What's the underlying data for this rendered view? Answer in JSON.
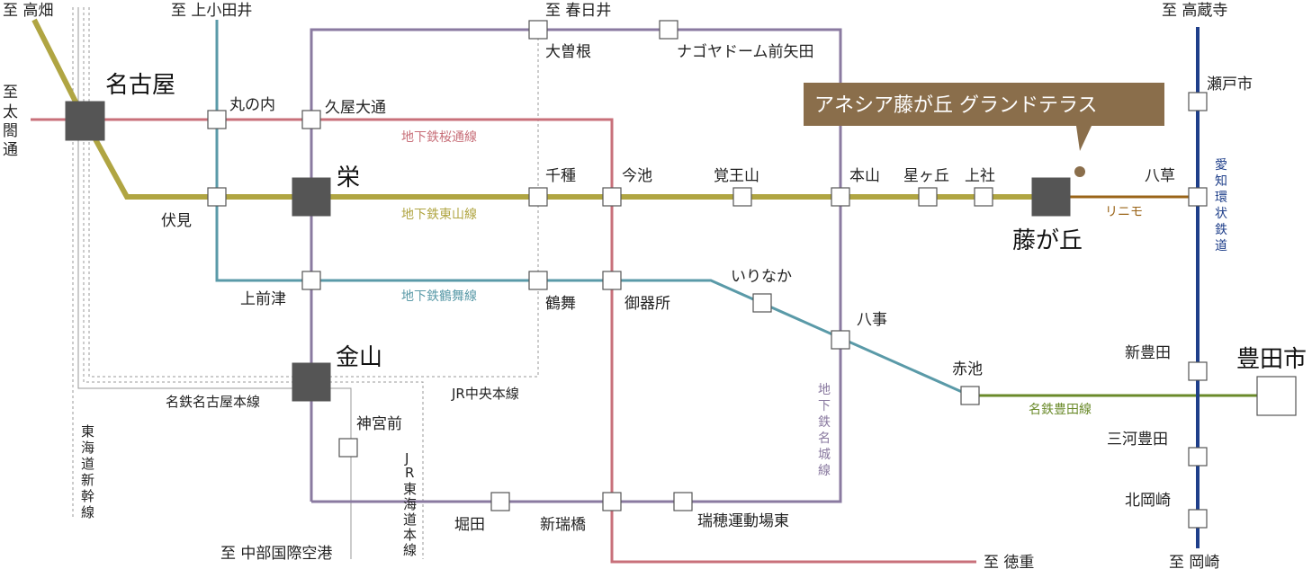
{
  "colors": {
    "sakuradori": "#c8707a",
    "higashiyama": "#b0a542",
    "tsurumai": "#5a9aa8",
    "meijo": "#8a7aa0",
    "aikan": "#1f3f8a",
    "linimo": "#9a6418",
    "toyota": "#6a8a2a",
    "jr": "#999999",
    "callout": "#8a6e4b"
  },
  "directions": {
    "takabata": "至 高畑",
    "kamiotai": "至 上小田井",
    "kasugai": "至 春日井",
    "kozoji": "至 高蔵寺",
    "taikodori": [
      "至",
      "太",
      "閤",
      "通"
    ],
    "centrair": "至 中部国際空港",
    "tokushige": "至 徳重",
    "okazaki": "至 岡崎"
  },
  "stations": {
    "nagoya": "名古屋",
    "sakae": "栄",
    "kanayama": "金山",
    "fujigaoka": "藤が丘",
    "toyotashi": "豊田市",
    "marunouchi": "丸の内",
    "hisaya_odori": "久屋大通",
    "fushimi": "伏見",
    "kamimaezu": "上前津",
    "ozone": "大曽根",
    "nagoya_dome": "ナゴヤドーム前矢田",
    "chikusa": "千種",
    "imaike": "今池",
    "kakuozan": "覚王山",
    "motoyama": "本山",
    "hoshigaoka": "星ヶ丘",
    "issha": "上社",
    "yagusa": "八草",
    "seto_shi": "瀬戸市",
    "tsurumai": "鶴舞",
    "gokiso": "御器所",
    "irinaka": "いりなか",
    "yagoto": "八事",
    "akaike": "赤池",
    "shin_toyota": "新豊田",
    "mikawa_toyota": "三河豊田",
    "kitaokazaki": "北岡崎",
    "jingumae": "神宮前",
    "horita": "堀田",
    "aratamabashi": "新瑞橋",
    "mizuho": "瑞穂運動場東"
  },
  "lines": {
    "sakuradori": "地下鉄桜通線",
    "higashiyama": "地下鉄東山線",
    "tsurumai": "地下鉄鶴舞線",
    "meijo": [
      "地",
      "下",
      "鉄",
      "名",
      "城",
      "線"
    ],
    "aikan": [
      "愛",
      "知",
      "環",
      "状",
      "鉄",
      "道"
    ],
    "linimo": "リニモ",
    "toyota": "名鉄豊田線",
    "meitetsu_nagoya": "名鉄名古屋本線",
    "jr_chuo": "JR中央本線",
    "shinkansen": [
      "東",
      "海",
      "道",
      "新",
      "幹",
      "線"
    ],
    "jr_tokaido": [
      "J",
      "R",
      "東",
      "海",
      "道",
      "本",
      "線"
    ]
  },
  "callout": {
    "text": "アネシア藤が丘 グランドテラス"
  }
}
